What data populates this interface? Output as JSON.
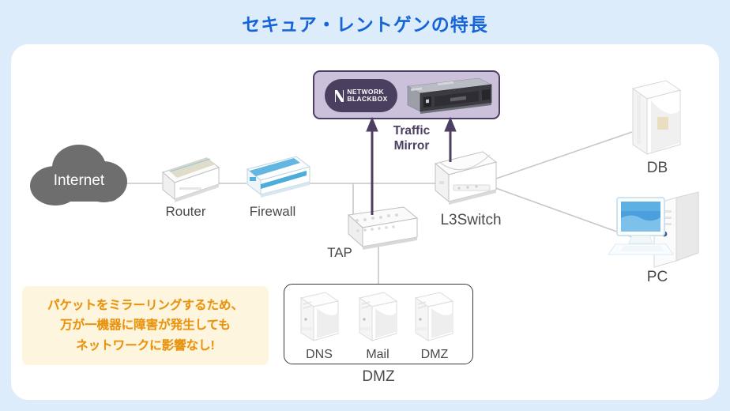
{
  "title": "セキュア・レントゲンの特長",
  "colors": {
    "background": "#dcecfb",
    "panel": "#ffffff",
    "title_text": "#1565d8",
    "blackbox_fill": "#ccc1da",
    "blackbox_border": "#4c3f62",
    "arrow": "#4c3f62",
    "callout_fill": "#fdf5dd",
    "callout_text": "#e8930e",
    "label_text": "#4a4a4a",
    "link_line": "#c6c6c6",
    "cloud": "#6e6e6e"
  },
  "blackbox": {
    "logo_line1": "NETWORK",
    "logo_line2": "BLACKBOX",
    "logo_icon": "network-blackbox-logo-icon",
    "server_icon": "rack-server-icon"
  },
  "traffic_mirror": {
    "line1": "Traffic",
    "line2": "Mirror"
  },
  "nodes": [
    {
      "id": "internet",
      "label": "Internet",
      "icon": "cloud-icon"
    },
    {
      "id": "router",
      "label": "Router",
      "icon": "router-icon"
    },
    {
      "id": "firewall",
      "label": "Firewall",
      "icon": "firewall-icon"
    },
    {
      "id": "tap",
      "label": "TAP",
      "icon": "tap-device-icon"
    },
    {
      "id": "l3switch",
      "label": "L3Switch",
      "icon": "switch-icon"
    },
    {
      "id": "db",
      "label": "DB",
      "icon": "server-tower-icon"
    },
    {
      "id": "pc",
      "label": "PC",
      "icon": "desktop-pc-icon"
    }
  ],
  "dmz": {
    "group_label": "DMZ",
    "servers": [
      {
        "id": "dns",
        "label": "DNS",
        "icon": "server-tower-icon"
      },
      {
        "id": "mail",
        "label": "Mail",
        "icon": "server-tower-icon"
      },
      {
        "id": "dmz-host",
        "label": "DMZ",
        "icon": "server-tower-icon"
      }
    ]
  },
  "callout": {
    "line1": "パケットをミラーリングするため、",
    "line2": "万が一機器に障害が発生しても",
    "line3": "ネットワークに影響なし!"
  }
}
